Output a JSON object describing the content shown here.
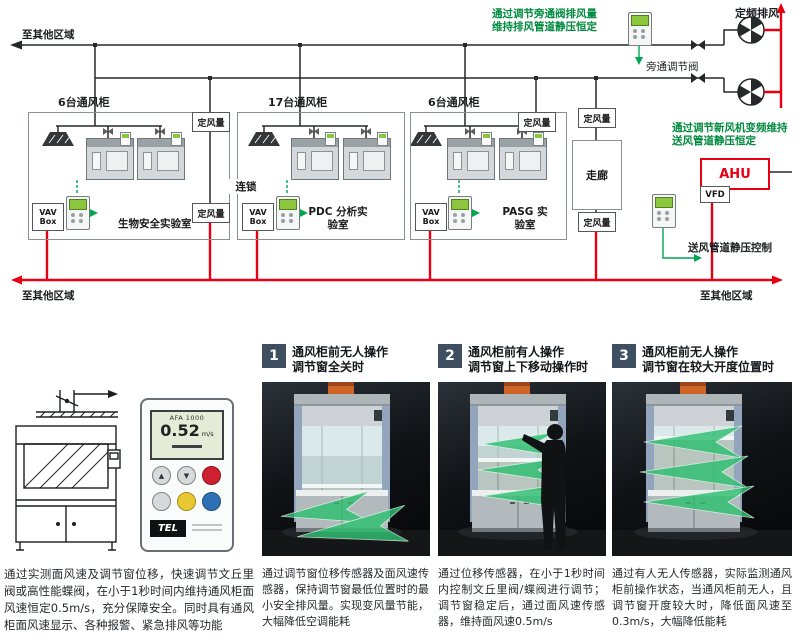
{
  "diagram": {
    "region_label": "至其他区域",
    "rooms": [
      {
        "count": "6台通风柜",
        "name": "生物安全实验室"
      },
      {
        "count": "17台通风柜",
        "name": "PDC 分析实验室"
      },
      {
        "count": "6台通风柜",
        "name": "PASG 实验室"
      }
    ],
    "interlock": "连锁",
    "corridor": "走廊",
    "cav_label": "定风量",
    "vav_label": "VAV Box",
    "fan_label": "定频排风",
    "bypass_valve_label": "旁通调节阀",
    "exhaust_note_line1": "通过调节旁通阀排风量",
    "exhaust_note_line2": "维持排风管道静压恒定",
    "supply_note_line1": "通过调节新风机变频维持",
    "supply_note_line2": "送风管道静压恒定",
    "ahu_label": "AHU",
    "vfd_label": "VFD",
    "supply_control_label": "送风管道静压控制"
  },
  "device": {
    "brand": "TEL",
    "model": "AFA 1000",
    "reading": "0.52",
    "unit": "m/s",
    "icons": {
      "up": "▲",
      "down": "▼"
    }
  },
  "left_paragraph": "通过实测面风速及调节窗位移，快速调节文丘里阀或高性能蝶阀，在小于1秒时间内维持通风柜面风速恒定0.5m/s，充分保障安全。同时具有通风柜面风速显示、各种报警、紧急排风等功能",
  "scenarios": [
    {
      "number": "1",
      "title_line1": "通风柜前无人操作",
      "title_line2": "调节窗全关时",
      "description": "通过调节窗位移传感器及面风速传感器，保持调节窗最低位置时的最小安全排风量。实现变风量节能，大幅降低空调能耗"
    },
    {
      "number": "2",
      "title_line1": "通风柜前有人操作",
      "title_line2": "调节窗上下移动操作时",
      "description": "通过位移传感器，在小于1秒时间内控制文丘里阀/蝶阀进行调节；调节窗稳定后，通过面风速传感器，维持面风速0.5m/s"
    },
    {
      "number": "3",
      "title_line1": "通风柜前无人操作",
      "title_line2": "调节窗在较大开度位置时",
      "description": "通过有人无人传感器，实际监测通风柜前操作状态，当通风柜前无人，且调节窗开度较大时，降低面风速至0.3m/s，大幅降低能耗"
    }
  ],
  "colors": {
    "supply_red": "#e60012",
    "duct_black": "#26282a",
    "note_green": "#008a3e",
    "signal_green": "#00a651",
    "badge_slate": "#3d4f61",
    "arrow_green": "#2fbf71"
  }
}
